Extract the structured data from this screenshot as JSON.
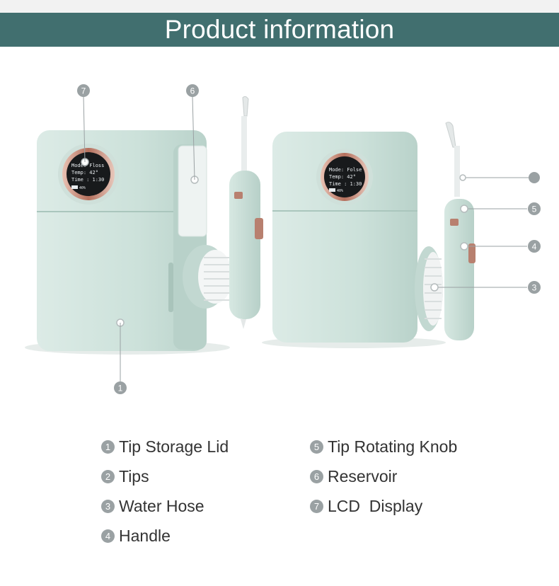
{
  "banner": {
    "title": "Product information"
  },
  "lcd_left": {
    "line1": "Mode: Floss",
    "line2": "Temp: 42°",
    "line3": "Time : 1:30",
    "battery": "40%"
  },
  "lcd_right": {
    "line1": "Mode: Folse",
    "line2": "Temp: 42°",
    "line3": "Time : 1:30",
    "battery": "40%"
  },
  "callouts": [
    "7",
    "6",
    "1",
    "5",
    "4",
    "3"
  ],
  "legend": [
    {
      "num": "1",
      "label": "Tip Storage Lid"
    },
    {
      "num": "2",
      "label": "Tips"
    },
    {
      "num": "3",
      "label": "Water Hose"
    },
    {
      "num": "4",
      "label": "Handle"
    },
    {
      "num": "5",
      "label": "Tip Rotating Knob"
    },
    {
      "num": "6",
      "label": "Reservoir"
    },
    {
      "num": "7",
      "label": "LCD  Display"
    }
  ],
  "colors": {
    "banner": "#416f6f",
    "body": "#cfe4dd",
    "badge": "#9aa1a3",
    "accent": "#b8806f"
  }
}
